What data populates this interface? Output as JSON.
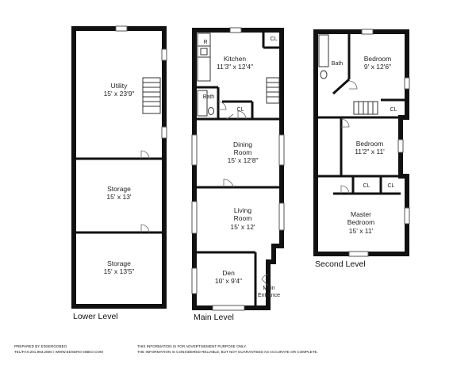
{
  "levels": {
    "lower": "Lower Level",
    "main": "Main Level",
    "second": "Second Level"
  },
  "rooms": {
    "utility": {
      "name": "Utility",
      "size": "15' x 23'9\""
    },
    "storage1": {
      "name": "Storage",
      "size": "15' x 13'"
    },
    "storage2": {
      "name": "Storage",
      "size": "15' x 13'5\""
    },
    "kitchen": {
      "name": "Kitchen",
      "size": "11'3\" x 12'4\""
    },
    "dining": {
      "name1": "Dining",
      "name2": "Room",
      "size": "15' x 12'8\""
    },
    "living": {
      "name1": "Living",
      "name2": "Room",
      "size": "15' x 12'"
    },
    "den": {
      "name": "Den",
      "size": "10' x 9'4\""
    },
    "bedroom1": {
      "name": "Bedroom",
      "size": "9' x 12'6\""
    },
    "bedroom2": {
      "name": "Bedroom",
      "size": "11'2\" x 11'"
    },
    "master": {
      "name1": "Master",
      "name2": "Bedroom",
      "size": "15' x 11'"
    }
  },
  "labels": {
    "closet": "CL",
    "bath": "Bath",
    "refrigerator": "R",
    "entrance1": "Main",
    "entrance2": "Entrance"
  },
  "footer": {
    "prepared_by": "PREPARED BY EDSERGOBEO",
    "contact": "TEL/FAX:201.993.2800 / WWW.EDSERG-OBEO.COM",
    "disclaimer1": "THIS INFORMATION IS FOR ADVERTISEMENT PURPOSE ONLY.",
    "disclaimer2": "THE INFORMATION IS CONSIDERED RELIABLE, BUT NOT GUARANTEED AS ACCURATE OR COMPLETE."
  }
}
